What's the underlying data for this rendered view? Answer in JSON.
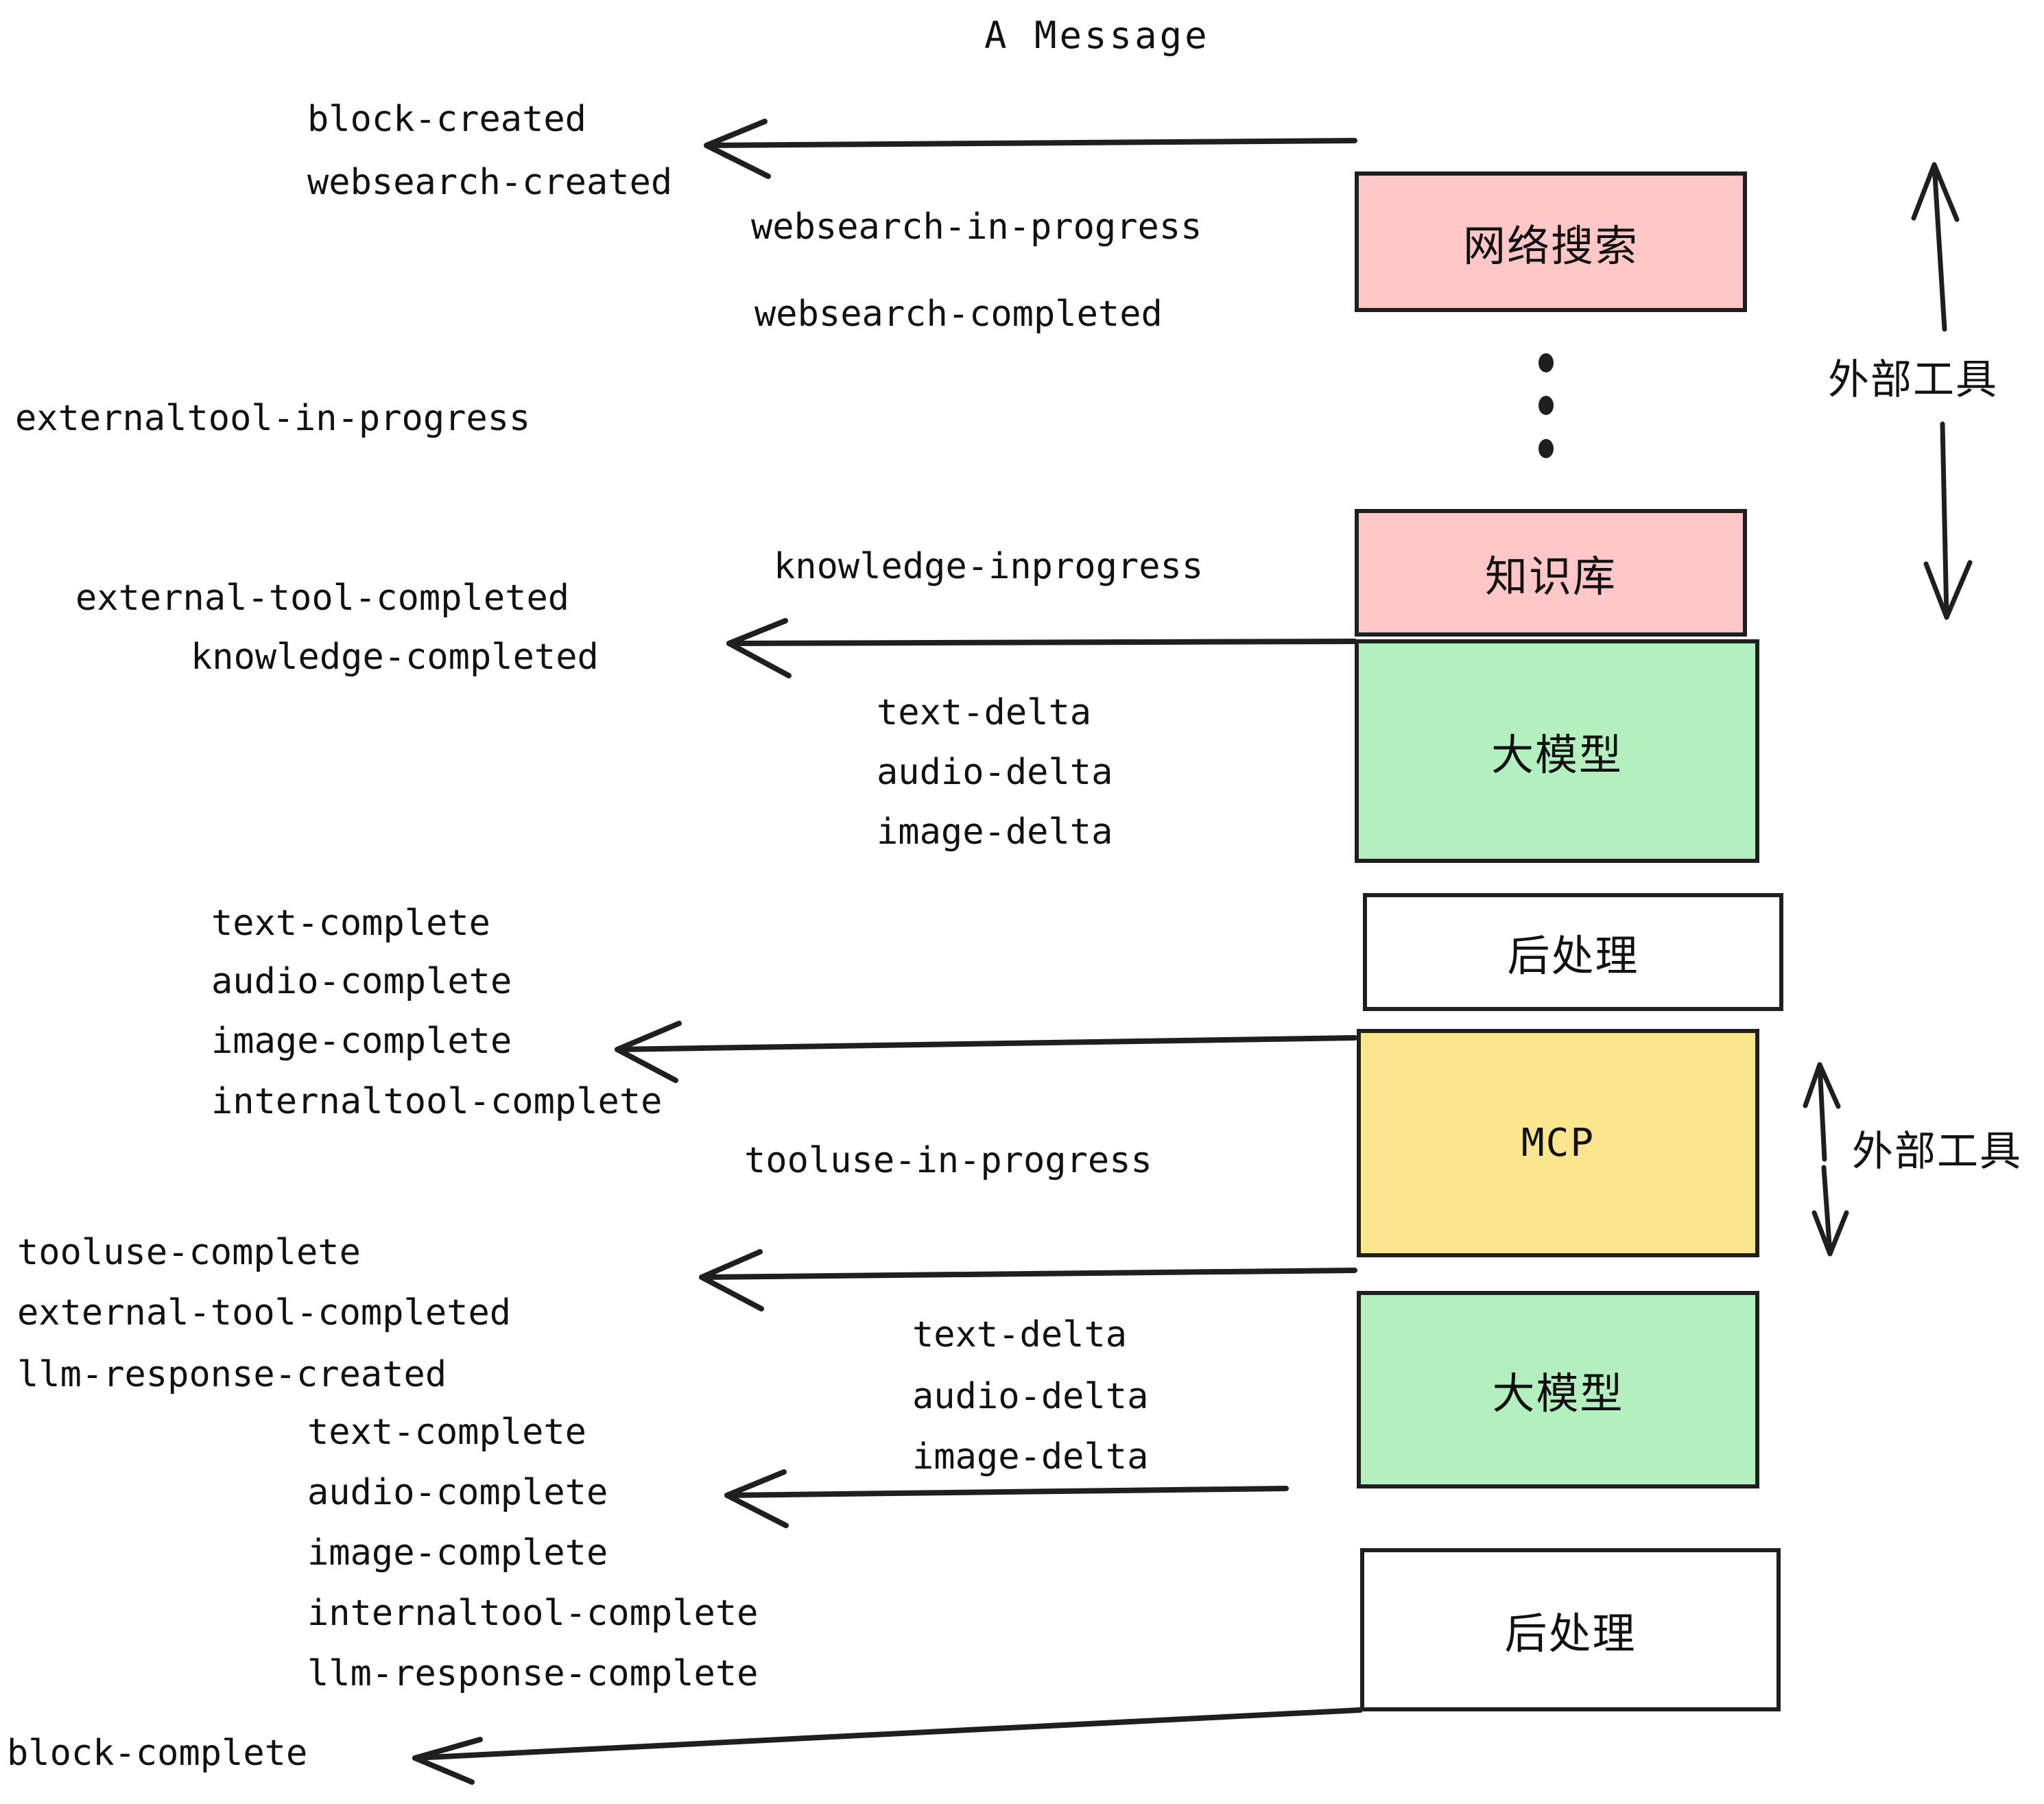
{
  "diagram": {
    "title": "A Message",
    "colors": {
      "pink": "#FFC7C7",
      "green": "#B4EFC0",
      "yellow": "#FBE58E",
      "white": "#FFFFFF",
      "stroke": "#1F1F1F",
      "text": "#111111"
    },
    "nodes": [
      {
        "id": "websearch",
        "label": "网络搜索",
        "fill": "pink",
        "mono": false
      },
      {
        "id": "knowledge",
        "label": "知识库",
        "fill": "pink",
        "mono": false
      },
      {
        "id": "llm1",
        "label": "大模型",
        "fill": "green",
        "mono": false
      },
      {
        "id": "post1",
        "label": "后处理",
        "fill": "white",
        "mono": false
      },
      {
        "id": "mcp",
        "label": "MCP",
        "fill": "yellow",
        "mono": true
      },
      {
        "id": "llm2",
        "label": "大模型",
        "fill": "green",
        "mono": false
      },
      {
        "id": "post2",
        "label": "后处理",
        "fill": "white",
        "mono": false
      }
    ],
    "side_labels": [
      {
        "id": "ext-top",
        "text": "外部工具"
      },
      {
        "id": "ext-bottom",
        "text": "外部工具"
      }
    ],
    "events": [
      {
        "id": "e01",
        "text": "block-created"
      },
      {
        "id": "e02",
        "text": "websearch-created"
      },
      {
        "id": "e03",
        "text": "websearch-in-progress"
      },
      {
        "id": "e04",
        "text": "websearch-completed"
      },
      {
        "id": "e05",
        "text": "externaltool-in-progress"
      },
      {
        "id": "e06",
        "text": "knowledge-inprogress"
      },
      {
        "id": "e07",
        "text": "external-tool-completed"
      },
      {
        "id": "e08",
        "text": "knowledge-completed"
      },
      {
        "id": "e09",
        "text": "text-delta"
      },
      {
        "id": "e10",
        "text": "audio-delta"
      },
      {
        "id": "e11",
        "text": "image-delta"
      },
      {
        "id": "e12",
        "text": "text-complete"
      },
      {
        "id": "e13",
        "text": "audio-complete"
      },
      {
        "id": "e14",
        "text": "image-complete"
      },
      {
        "id": "e15",
        "text": "internaltool-complete"
      },
      {
        "id": "e16",
        "text": "tooluse-in-progress"
      },
      {
        "id": "e17",
        "text": "tooluse-complete"
      },
      {
        "id": "e18",
        "text": "external-tool-completed"
      },
      {
        "id": "e19",
        "text": "llm-response-created"
      },
      {
        "id": "e20",
        "text": "text-complete"
      },
      {
        "id": "e21",
        "text": "audio-complete"
      },
      {
        "id": "e22",
        "text": "image-complete"
      },
      {
        "id": "e23",
        "text": "internaltool-complete"
      },
      {
        "id": "e24",
        "text": "llm-response-complete"
      },
      {
        "id": "e25",
        "text": "block-complete"
      },
      {
        "id": "e26",
        "text": "text-delta"
      },
      {
        "id": "e27",
        "text": "audio-delta"
      },
      {
        "id": "e28",
        "text": "image-delta"
      }
    ]
  }
}
